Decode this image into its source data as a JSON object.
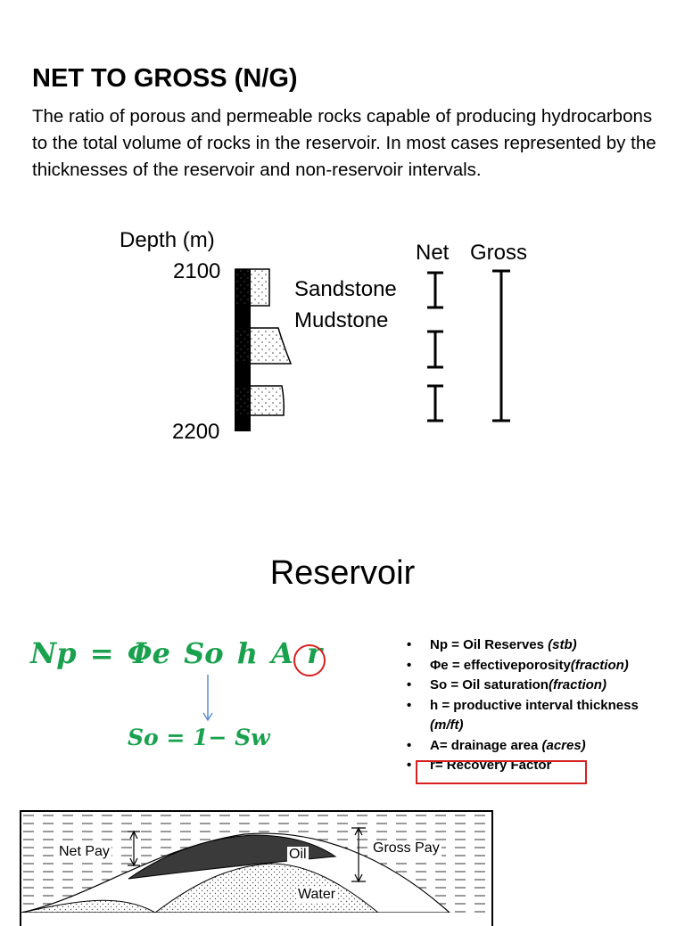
{
  "heading": "NET TO GROSS (N/G)",
  "intro": "The ratio of porous and permeable rocks capable of producing hydrocarbons to the total volume of rocks in the reservoir. In most cases represented by the thicknesses of the reservoir and non-reservoir intervals.",
  "log_figure": {
    "depth_label": "Depth (m)",
    "depth_top": "2100",
    "depth_bottom": "2200",
    "sandstone_label": "Sandstone",
    "mudstone_label": "Mudstone",
    "net_label": "Net",
    "gross_label": "Gross"
  },
  "section_title": "Reservoir",
  "equation": {
    "np_lhs": "Np",
    "equals": "=",
    "np_rhs": "Φe So h A",
    "circled_term": "r",
    "so_equation": "So = 1− Sw",
    "circle_color": "#d61f1f",
    "equation_color": "#19a14e"
  },
  "definitions": [
    {
      "text": "Np = Oil Reserves ",
      "unit": "(stb)"
    },
    {
      "text": "Φe = effectiveporosity",
      "unit": "(fraction)"
    },
    {
      "text": "So = Oil saturation",
      "unit": "(fraction)"
    },
    {
      "text": "h = productive interval thickness ",
      "unit": "(m/ft)"
    },
    {
      "text": "A= drainage area ",
      "unit": "(acres)"
    },
    {
      "text": "r= Recovery Factor",
      "unit": ""
    }
  ],
  "pay_figure": {
    "net_pay_label": "Net Pay",
    "oil_label": "Oil",
    "water_label": "Water",
    "gross_pay_label": "Gross Pay"
  }
}
